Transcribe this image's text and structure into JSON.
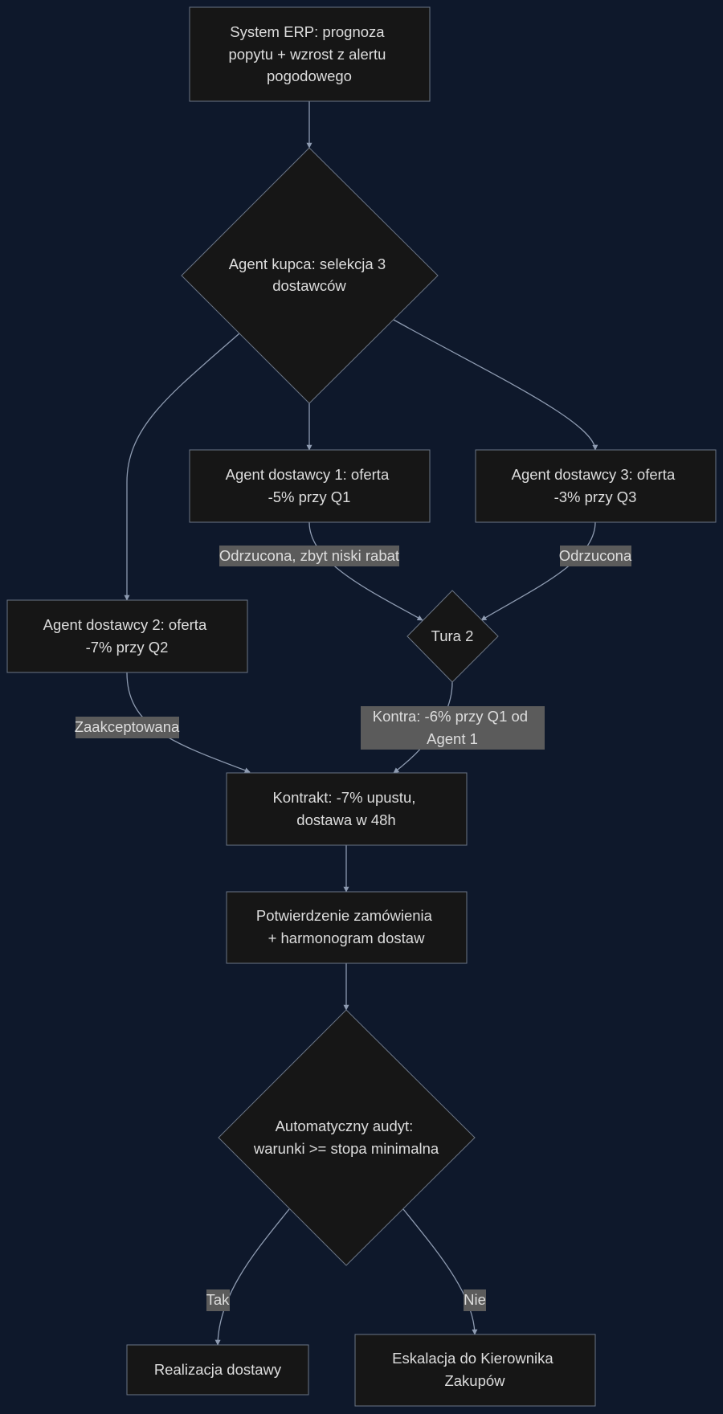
{
  "nodes": {
    "erp": {
      "lines": [
        "System ERP: prognoza",
        "popytu + wzrost z alertu",
        "pogodowego"
      ]
    },
    "buyer_agent": {
      "lines": [
        "Agent kupca: selekcja 3",
        "dostawców"
      ]
    },
    "supplier1": {
      "lines": [
        "Agent dostawcy 1: oferta",
        "-5% przy Q1"
      ]
    },
    "supplier3": {
      "lines": [
        "Agent dostawcy 3: oferta",
        "-3% przy Q3"
      ]
    },
    "supplier2": {
      "lines": [
        "Agent dostawcy 2: oferta",
        "-7% przy Q2"
      ]
    },
    "round2": {
      "lines": [
        "Tura 2"
      ]
    },
    "contract": {
      "lines": [
        "Kontrakt: -7% upustu,",
        "dostawa w 48h"
      ]
    },
    "confirmation": {
      "lines": [
        "Potwierdzenie zamówienia",
        "+ harmonogram dostaw"
      ]
    },
    "audit": {
      "lines": [
        "Automatyczny audyt:",
        "warunki >= stopa minimalna"
      ]
    },
    "delivery": {
      "lines": [
        "Realizacja dostawy"
      ]
    },
    "escalation": {
      "lines": [
        "Eskalacja do Kierownika",
        "Zakupów"
      ]
    }
  },
  "edge_labels": {
    "rejected_low_discount": [
      "Odrzucona, zbyt niski rabat"
    ],
    "rejected": [
      "Odrzucona"
    ],
    "accepted": [
      "Zaakceptowana"
    ],
    "counter_offer": [
      "Kontra: -6% przy Q1 od",
      "Agent 1"
    ],
    "yes": [
      "Tak"
    ],
    "no": [
      "Nie"
    ]
  },
  "colors": {
    "background": "#0e182b",
    "node_fill": "#161616",
    "node_stroke": "#6b7585",
    "edge": "#8e9bb1",
    "text": "#dddddd",
    "edge_label_bg": "#5b5b5b"
  }
}
